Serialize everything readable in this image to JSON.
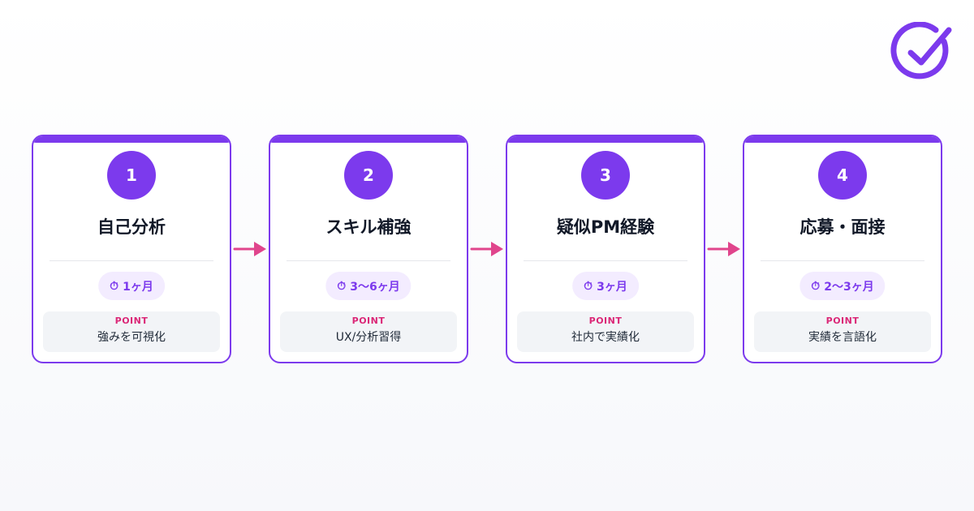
{
  "colors": {
    "accent": "#7c3aed",
    "arrow": "#e0458c",
    "point_label": "#db2777",
    "pill_bg": "#f3ecff"
  },
  "logo": {
    "icon": "check-circle-icon"
  },
  "steps": [
    {
      "number": "1",
      "title": "自己分析",
      "duration": "1ヶ月",
      "point_label": "POINT",
      "point": "強みを可視化"
    },
    {
      "number": "2",
      "title": "スキル補強",
      "duration": "3〜6ヶ月",
      "point_label": "POINT",
      "point": "UX/分析習得"
    },
    {
      "number": "3",
      "title": "疑似PM経験",
      "duration": "3ヶ月",
      "point_label": "POINT",
      "point": "社内で実績化"
    },
    {
      "number": "4",
      "title": "応募・面接",
      "duration": "2〜3ヶ月",
      "point_label": "POINT",
      "point": "実績を言語化"
    }
  ]
}
